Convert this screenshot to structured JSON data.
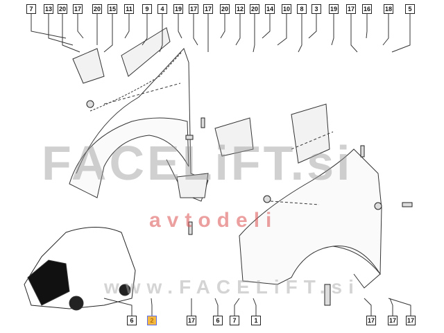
{
  "diagram": {
    "top_callouts": [
      "7",
      "13",
      "20",
      "17",
      "20",
      "15",
      "11",
      "9",
      "4",
      "19",
      "17",
      "17",
      "20",
      "12",
      "20",
      "14",
      "10",
      "8",
      "3",
      "19",
      "17",
      "16",
      "18",
      "5"
    ],
    "bottom_callouts": [
      "6",
      "2",
      "17",
      "6",
      "7",
      "1",
      "17",
      "17",
      "17"
    ],
    "selected_callout": "2",
    "accent_color": "#f5b942"
  },
  "watermarks": {
    "main": "FACELiFT.si",
    "sub": "avtodeli",
    "url": "www.FACELiFT.si"
  }
}
